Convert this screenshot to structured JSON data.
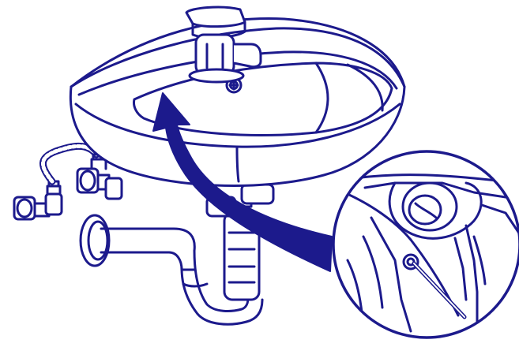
{
  "illustration": {
    "subject": "sink-installation-diagram",
    "colors": {
      "outline": "#1c1a8c",
      "fill": "#ffffff",
      "arrow": "#1c1a8c",
      "background": "#ffffff"
    },
    "parts": [
      "faucet",
      "washbasin",
      "overflow-drain",
      "angle-valve-left",
      "angle-valve-right",
      "braided-hose",
      "wall-flange",
      "p-trap-siphon",
      "detail-callout",
      "callout-arrow"
    ]
  }
}
